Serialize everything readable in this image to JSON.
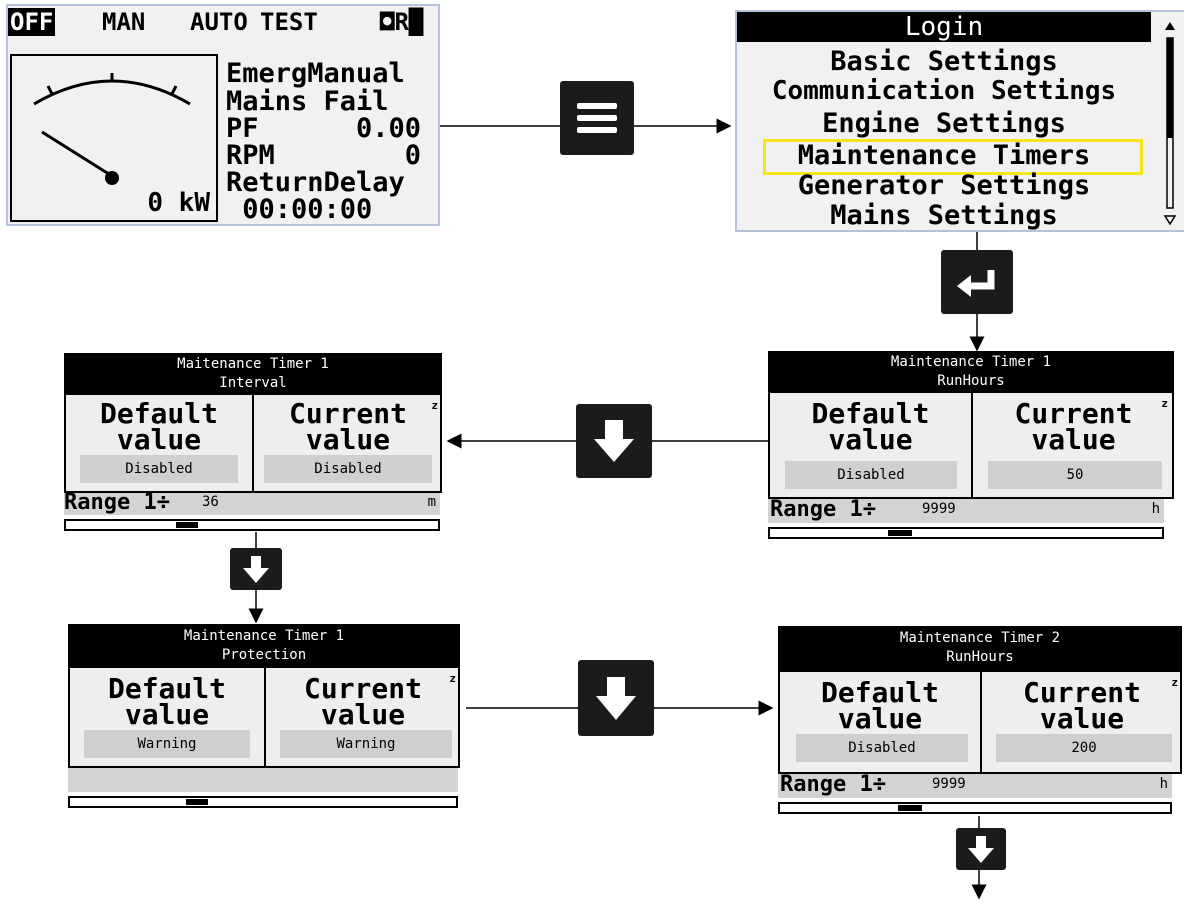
{
  "main_screen": {
    "modes": [
      "OFF",
      "MAN",
      "AUTO",
      "TEST"
    ],
    "active_mode": "OFF",
    "lock_text": "◘R█",
    "power_readout": "0 kW",
    "lines": [
      "EmergManual",
      "Mains Fail",
      "PF      0.00",
      "RPM        0",
      "ReturnDelay",
      " 00:00:00"
    ]
  },
  "menu_screen": {
    "title": "Login",
    "items": [
      "Basic Settings",
      "Communication Settings",
      "Engine Settings",
      "Maintenance Timers",
      "Generator Settings",
      "Mains Settings"
    ],
    "selected": "Maintenance Timers",
    "highlight_color": "#f5e61c"
  },
  "icons": {
    "menu": "hamburger-menu-icon",
    "enter": "enter-return-icon",
    "down": "down-arrow-icon"
  },
  "panels": {
    "mt1_runhours": {
      "header_line1": "Maintenance Timer 1",
      "header_line2": "RunHours",
      "default_label_1": "Default",
      "default_label_2": "value",
      "current_label_1": "Current",
      "current_label_2": "value",
      "default_value": "Disabled",
      "current_value": "50",
      "range_label": "Range 1÷",
      "range_max": "9999",
      "unit": "h"
    },
    "mt1_interval": {
      "header_line1": "Maitenance Timer 1",
      "header_line2": "Interval",
      "default_label_1": "Default",
      "default_label_2": "value",
      "current_label_1": "Current",
      "current_label_2": "value",
      "default_value": "Disabled",
      "current_value": "Disabled",
      "range_label": "Range 1÷",
      "range_max": "36",
      "unit": "m"
    },
    "mt1_protection": {
      "header_line1": "Maintenance Timer 1",
      "header_line2": "Protection",
      "default_label_1": "Default",
      "default_label_2": "value",
      "current_label_1": "Current",
      "current_label_2": "value",
      "default_value": "Warning",
      "current_value": "Warning"
    },
    "mt2_runhours": {
      "header_line1": "Maintenance Timer 2",
      "header_line2": "RunHours",
      "default_label_1": "Default",
      "default_label_2": "value",
      "current_label_1": "Current",
      "current_label_2": "value",
      "default_value": "Disabled",
      "current_value": "200",
      "range_label": "Range 1÷",
      "range_max": "9999",
      "unit": "h"
    }
  }
}
